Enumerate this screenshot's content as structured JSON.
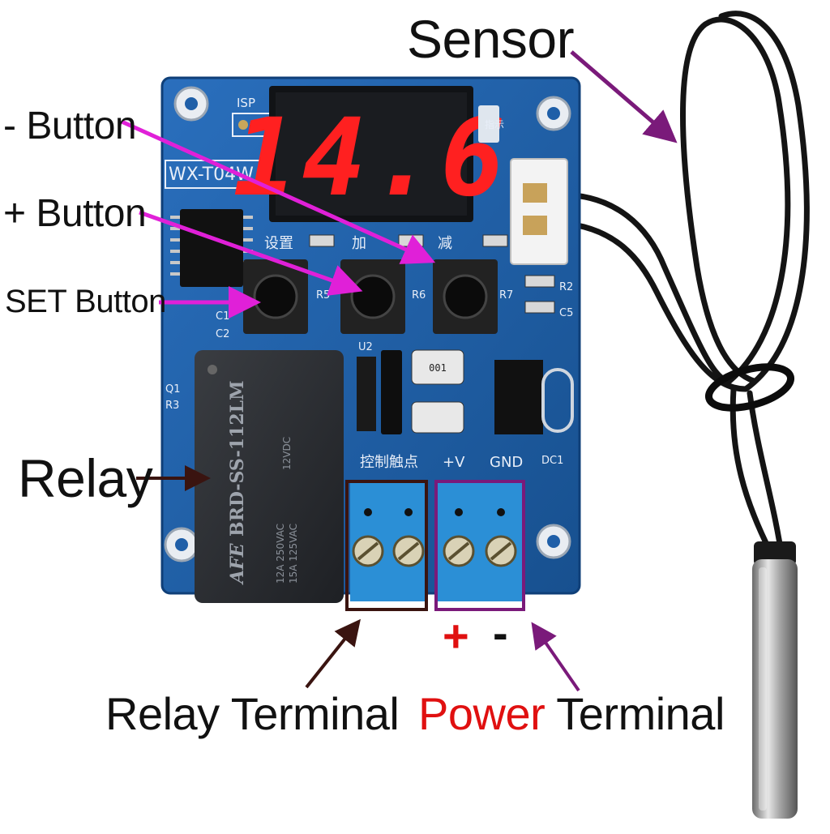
{
  "labels": {
    "sensor": "Sensor",
    "minus_button": "- Button",
    "plus_button": "+ Button",
    "set_button": "SET Button",
    "relay": "Relay",
    "relay_terminal": "Relay Terminal",
    "power_word": "Power",
    "terminal_word": "Terminal",
    "plus_sign": "+",
    "minus_sign": "-"
  },
  "board": {
    "display": "14.6",
    "model": "WX-T04W",
    "isp": "ISP",
    "cn_set": "设置",
    "cn_add": "加",
    "cn_sub": "减",
    "cn_indicator": "指示",
    "cn_relay_contact": "控制触点",
    "plus_v": "+V",
    "gnd": "GND",
    "dc1": "DC1",
    "r5": "R5",
    "r6": "R6",
    "r7": "R7",
    "r2": "R2",
    "c5": "C5",
    "c1": "C1",
    "c2": "C2",
    "q1": "Q1",
    "r3": "R3",
    "u2": "U2",
    "cap_code": "001",
    "relay_brand": "AFE",
    "relay_model": "BRD-SS-112LM",
    "relay_spec1": "12A 250VAC",
    "relay_spec2": "15A 125VAC",
    "relay_coil": "12VDC"
  },
  "colors": {
    "pcb": "#1f5fa8",
    "arrow_magenta": "#e020d8",
    "arrow_purple": "#7a1a7a",
    "arrow_brown": "#3a1410",
    "power_red": "#e01010",
    "terminal_blue": "#2b8fd6",
    "display_red": "#ff2020"
  },
  "icons": [
    "arrow",
    "seven-segment-display",
    "push-button",
    "relay",
    "screw-terminal",
    "probe-sensor"
  ]
}
